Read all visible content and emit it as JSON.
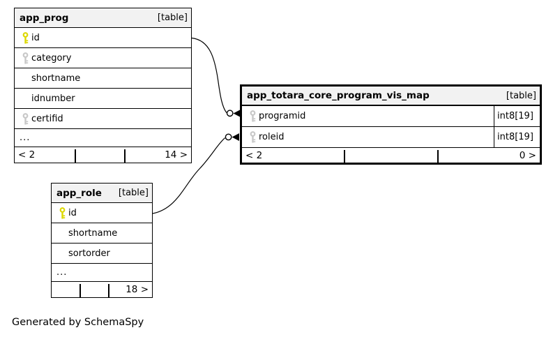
{
  "generated_by": "Generated by SchemaSpy",
  "tables": [
    {
      "name": "app_prog",
      "tag": "[table]",
      "columns": [
        {
          "name": "id",
          "key": "primary"
        },
        {
          "name": "category",
          "key": "foreign"
        },
        {
          "name": "shortname",
          "key": "none"
        },
        {
          "name": "idnumber",
          "key": "none"
        },
        {
          "name": "certifid",
          "key": "foreign"
        }
      ],
      "more": "...",
      "footer": {
        "left": "< 2",
        "middle": "",
        "right": "14 >"
      }
    },
    {
      "name": "app_totara_core_program_vis_map",
      "tag": "[table]",
      "columns": [
        {
          "name": "programid",
          "key": "foreign",
          "type": "int8[19]"
        },
        {
          "name": "roleid",
          "key": "foreign",
          "type": "int8[19]"
        }
      ],
      "footer": {
        "left": "< 2",
        "middle": "",
        "right": "0 >"
      }
    },
    {
      "name": "app_role",
      "tag": "[table]",
      "columns": [
        {
          "name": "id",
          "key": "primary"
        },
        {
          "name": "shortname",
          "key": "none"
        },
        {
          "name": "sortorder",
          "key": "none"
        }
      ],
      "more": "...",
      "footer": {
        "left": "",
        "middle": "",
        "right": "18 >"
      }
    }
  ],
  "relationships": [
    {
      "from": "app_prog.id",
      "to": "app_totara_core_program_vis_map.programid"
    },
    {
      "from": "app_role.id",
      "to": "app_totara_core_program_vis_map.roleid"
    }
  ],
  "colors": {
    "primary_key_icon": "#dcd800",
    "foreign_key_icon": "#c8c8c8",
    "header_background": "#f2f2f2",
    "border": "#000000"
  }
}
